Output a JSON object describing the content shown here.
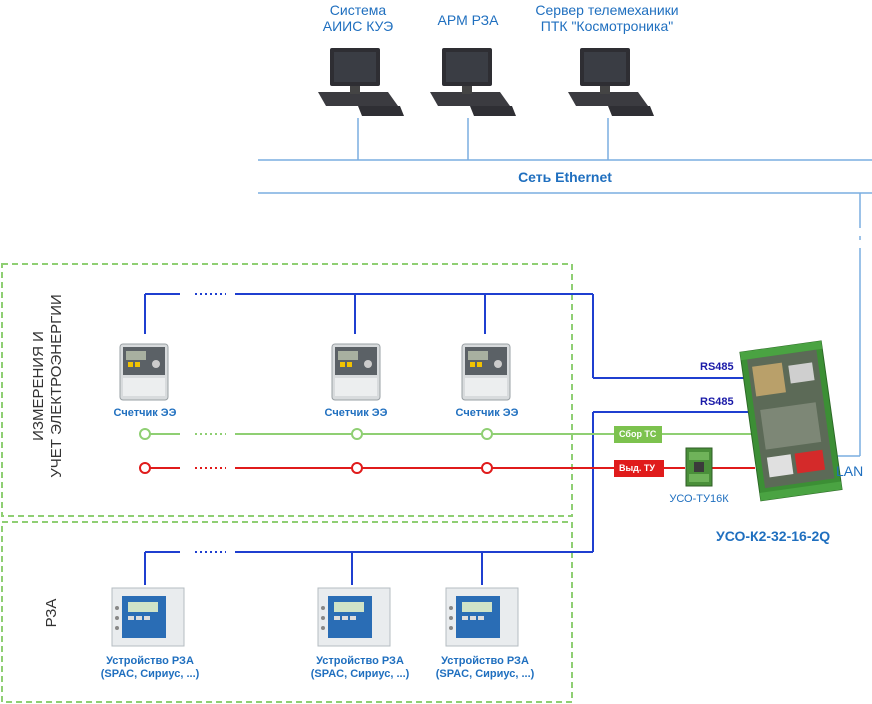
{
  "top": {
    "pc1_label": [
      "Система",
      "АИИС КУЭ"
    ],
    "pc2_label": "АРМ РЗА",
    "pc3_label": [
      "Сервер телемеханики",
      "ПТК \"Космотроника\""
    ],
    "ethernet_label": "Сеть Ethernet"
  },
  "zones": {
    "metering_title": [
      "ИЗМЕРЕНИЯ И",
      "УЧЕТ ЭЛЕКТРОЭНЕРГИИ"
    ],
    "rza_title": "РЗА"
  },
  "meters": {
    "label": "Счетчик ЭЭ"
  },
  "relays": {
    "label": [
      "Устройство РЗА",
      "(SPAC, Сириус, ...)"
    ]
  },
  "links": {
    "rs485_1": "RS485",
    "rs485_2": "RS485",
    "ts_tag": "Сбор ТС",
    "tu_tag": "Выд. ТУ",
    "lan": "LAN"
  },
  "devices": {
    "uso_tu": "УСО-ТУ16К",
    "uso_main": "УСО-К2-32-16-2Q"
  },
  "colors": {
    "blue_line": "#1f3fd0",
    "green_line": "#8fcf73",
    "red_line": "#e01b1b",
    "eth_line": "#7aaee0",
    "zone_border": "#8fcf73",
    "ts_tag": "#7cc24e",
    "tu_tag": "#e01b1b",
    "label_blue": "#1f6fbf"
  }
}
